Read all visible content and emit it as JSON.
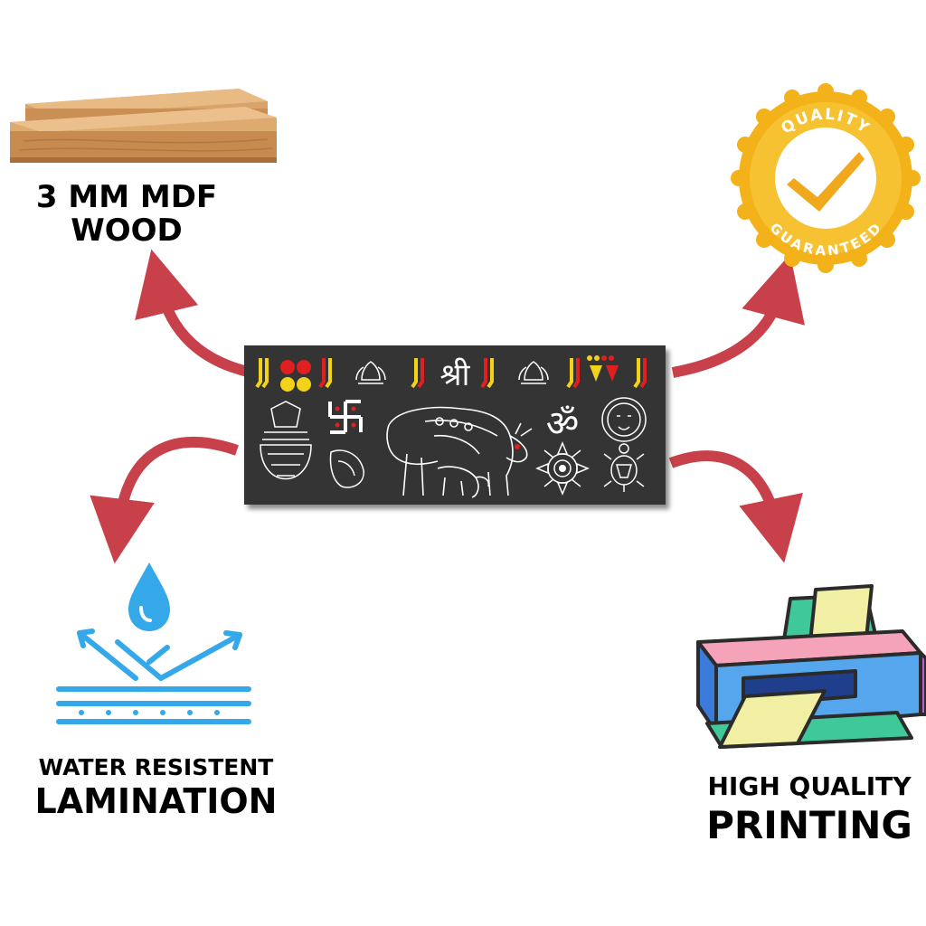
{
  "features": {
    "wood": {
      "line1": "3 MM MDF",
      "line2": "WOOD",
      "icon": "wood-planks-icon"
    },
    "quality": {
      "seal_top": "QUALITY",
      "seal_bottom": "GUARANTEED",
      "icon": "quality-seal-icon"
    },
    "water": {
      "line1": "WATER RESISTENT",
      "line2": "LAMINATION",
      "icon": "water-drop-icon"
    },
    "printing": {
      "line1": "HIGH QUALITY",
      "line2": "PRINTING",
      "icon": "printer-icon"
    }
  },
  "product": {
    "symbol_text": "श्री",
    "om_text": "ॐ"
  },
  "colors": {
    "arrow": "#c8414a",
    "panel": "#343434",
    "gold": "#f3b21a",
    "water": "#35a8ea"
  }
}
